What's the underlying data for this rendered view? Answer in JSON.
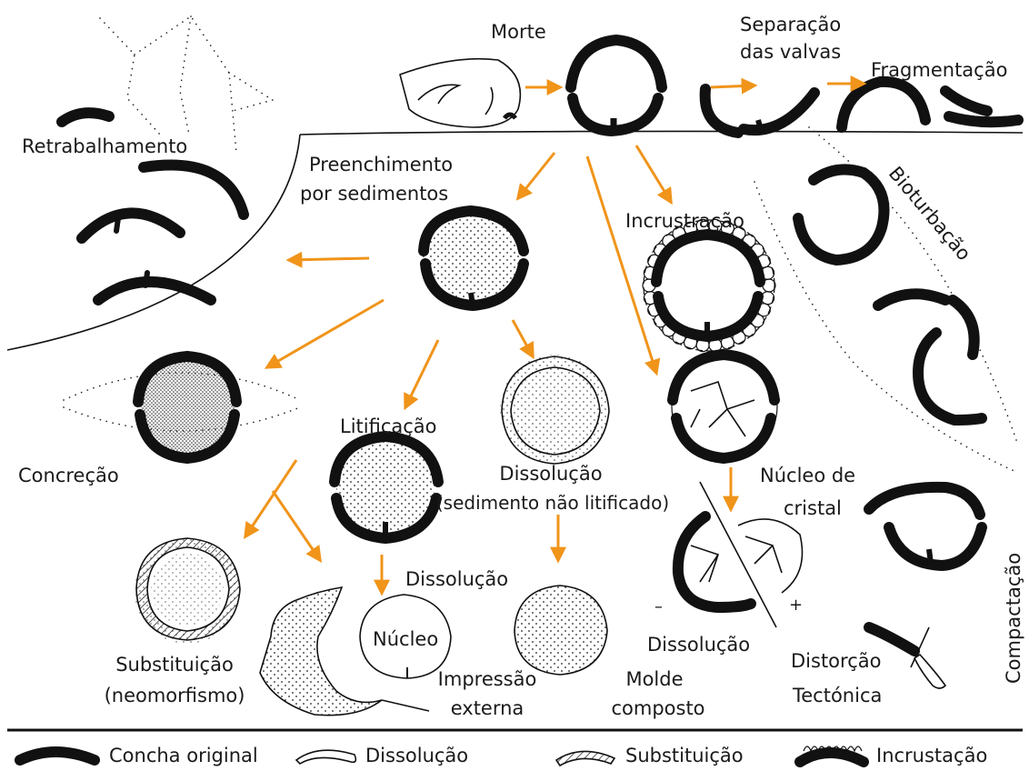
{
  "stages": {
    "morte": "Morte",
    "separacao_1": "Separação",
    "separacao_2": "das valvas",
    "fragmentacao": "Fragmentação",
    "retrabalhamento": "Retrabalhamento",
    "preenchimento_1": "Preenchimento",
    "preenchimento_2": "por sedimentos",
    "incrustracao": "Incrustração",
    "bioturbacao": "Bioturbação",
    "concrecao": "Concreção",
    "litificacao": "Litificação",
    "dissolucao_nl_1": "Dissolução",
    "dissolucao_nl_2": "(sedimento não litificado)",
    "nucleo_cristal_1": "Núcleo de",
    "nucleo_cristal_2": "cristal",
    "compactacao": "Compactação",
    "dissolucao_mid": "Dissolução",
    "nucleo": "Núcleo",
    "substituicao_1": "Substituição",
    "substituicao_2": "(neomorfismo)",
    "impressao_1": "Impressão",
    "impressao_2": "externa",
    "molde_1": "Molde",
    "molde_2": "composto",
    "dissolucao_low": "Dissolução",
    "distorcao_1": "Distorção",
    "distorcao_2": "Tectónica",
    "minus": "–",
    "plus": "+"
  },
  "legend": [
    {
      "label": "Concha original",
      "icon": "shell-solid-icon"
    },
    {
      "label": "Dissolução",
      "icon": "shell-outline-icon"
    },
    {
      "label": "Substituição",
      "icon": "shell-hatched-icon"
    },
    {
      "label": "Incrustação",
      "icon": "shell-encrusted-icon"
    }
  ],
  "colors": {
    "arrow": "#F0941A",
    "ink": "#111111",
    "background": "#FFFFFF"
  }
}
